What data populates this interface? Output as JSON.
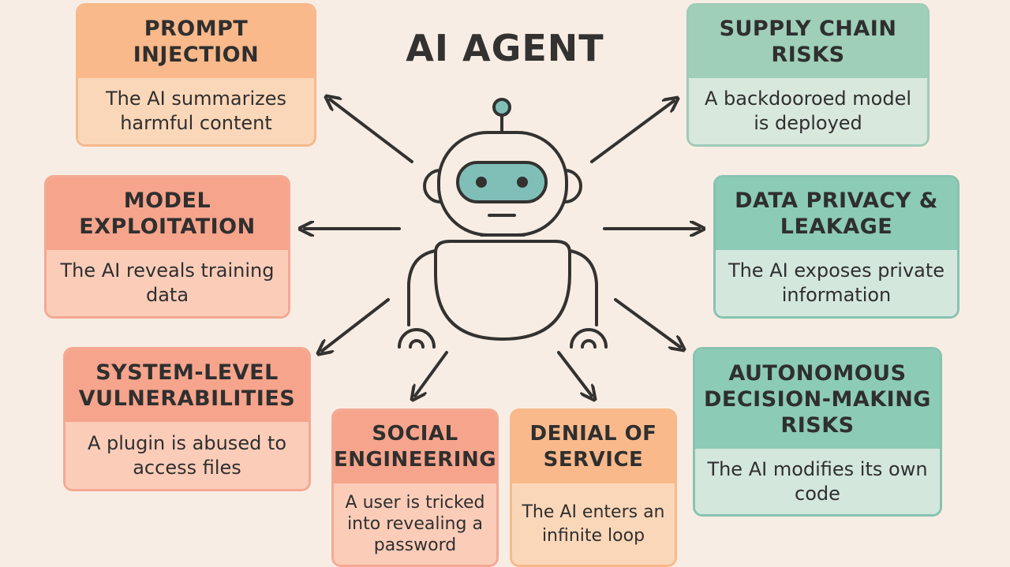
{
  "title": "AI AGENT",
  "colors": {
    "background": "#f8ede4",
    "ink": "#333230",
    "robot_visor": "#7fbfb8",
    "orange": "#f9b98a",
    "coral": "#f6a48c",
    "teal": "#9fcfb8"
  },
  "cards": {
    "prompt_injection": {
      "heading": "PROMPT INJECTION",
      "text": "The AI summarizes harmful content"
    },
    "supply_chain": {
      "heading": "SUPPLY CHAIN RISKS",
      "text": "A backdooroed model is deployed"
    },
    "model_exploitation": {
      "heading": "MODEL EXPLOITATION",
      "text": "The AI reveals training data"
    },
    "data_privacy": {
      "heading": "DATA PRIVACY & LEAKAGE",
      "text": "The AI exposes private information"
    },
    "system_level": {
      "heading": "SYSTEM-LEVEL VULNERABILITIES",
      "text": "A plugin is abused to access files"
    },
    "autonomous": {
      "heading": "AUTONOMOUS DECISION-MAKING RISKS",
      "text": "The AI modifies its own code"
    },
    "social_engineering": {
      "heading": "SOCIAL ENGINEERING",
      "text": "A user is tricked into revealing a password"
    },
    "denial_of_service": {
      "heading": "DENIAL OF SERVICE",
      "text": "The AI enters an infinite loop"
    }
  },
  "icons": [
    "robot-icon",
    "arrow-icon"
  ]
}
